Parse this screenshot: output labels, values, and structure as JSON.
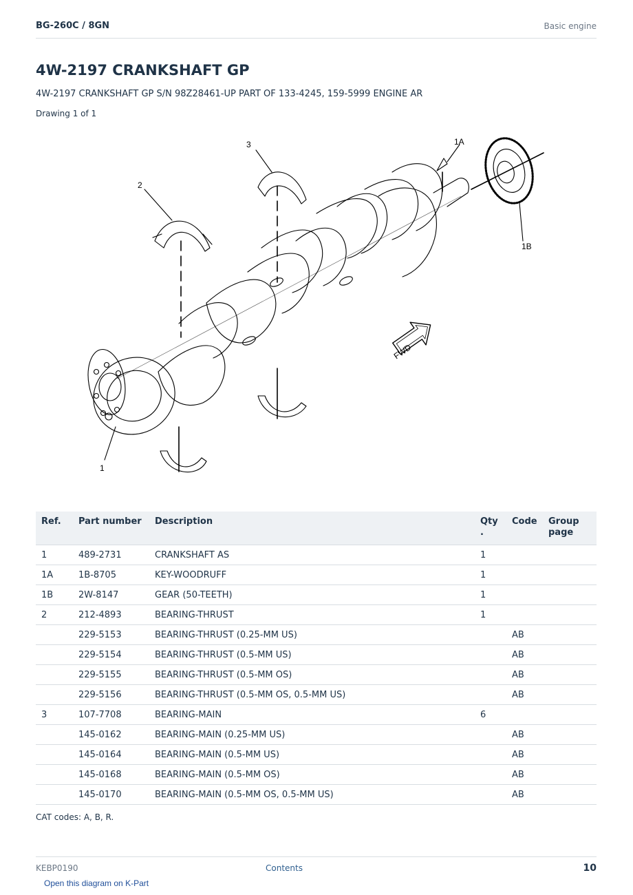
{
  "header": {
    "model": "BG-260C  /  8GN",
    "section": "Basic engine"
  },
  "title": "4W-2197 CRANKSHAFT GP",
  "subtitle": "4W-2197 CRANKSHAFT GP S/N 98Z28461-UP PART OF 133-4245, 159-5999 ENGINE AR",
  "drawing_count": "Drawing 1 of 1",
  "diagram": {
    "callouts": {
      "c1": "1",
      "c1A": "1A",
      "c1B": "1B",
      "c2": "2",
      "c3": "3"
    },
    "fwd_label": "FWD"
  },
  "table": {
    "headers": {
      "ref": "Ref.",
      "part_number": "Part number",
      "description": "Description",
      "qty": "Qty\n.",
      "code": "Code",
      "group_page": "Group\npage"
    },
    "rows": [
      {
        "ref": "1",
        "part_number": "489-2731",
        "description": "CRANKSHAFT AS",
        "qty": "1",
        "code": "",
        "group_page": ""
      },
      {
        "ref": "1A",
        "part_number": "1B-8705",
        "description": "KEY-WOODRUFF",
        "qty": "1",
        "code": "",
        "group_page": ""
      },
      {
        "ref": "1B",
        "part_number": "2W-8147",
        "description": "GEAR (50-TEETH)",
        "qty": "1",
        "code": "",
        "group_page": ""
      },
      {
        "ref": "2",
        "part_number": "212-4893",
        "description": "BEARING-THRUST",
        "qty": "1",
        "code": "",
        "group_page": ""
      },
      {
        "ref": "",
        "part_number": "229-5153",
        "description": "BEARING-THRUST (0.25-MM US)",
        "qty": "",
        "code": "AB",
        "group_page": ""
      },
      {
        "ref": "",
        "part_number": "229-5154",
        "description": "BEARING-THRUST (0.5-MM US)",
        "qty": "",
        "code": "AB",
        "group_page": ""
      },
      {
        "ref": "",
        "part_number": "229-5155",
        "description": "BEARING-THRUST (0.5-MM OS)",
        "qty": "",
        "code": "AB",
        "group_page": ""
      },
      {
        "ref": "",
        "part_number": "229-5156",
        "description": "BEARING-THRUST (0.5-MM OS, 0.5-MM US)",
        "qty": "",
        "code": "AB",
        "group_page": ""
      },
      {
        "ref": "3",
        "part_number": "107-7708",
        "description": "BEARING-MAIN",
        "qty": "6",
        "code": "",
        "group_page": ""
      },
      {
        "ref": "",
        "part_number": "145-0162",
        "description": "BEARING-MAIN (0.25-MM US)",
        "qty": "",
        "code": "AB",
        "group_page": ""
      },
      {
        "ref": "",
        "part_number": "145-0164",
        "description": "BEARING-MAIN (0.5-MM US)",
        "qty": "",
        "code": "AB",
        "group_page": ""
      },
      {
        "ref": "",
        "part_number": "145-0168",
        "description": "BEARING-MAIN (0.5-MM OS)",
        "qty": "",
        "code": "AB",
        "group_page": ""
      },
      {
        "ref": "",
        "part_number": "145-0170",
        "description": "BEARING-MAIN (0.5-MM OS, 0.5-MM US)",
        "qty": "",
        "code": "AB",
        "group_page": ""
      }
    ]
  },
  "cat_codes": "CAT codes: A, B, R.",
  "footer": {
    "doc_id": "KEBP0190",
    "contents_link": "Contents",
    "page_number": "10"
  },
  "kpart_link": "Open this diagram on K-Part"
}
